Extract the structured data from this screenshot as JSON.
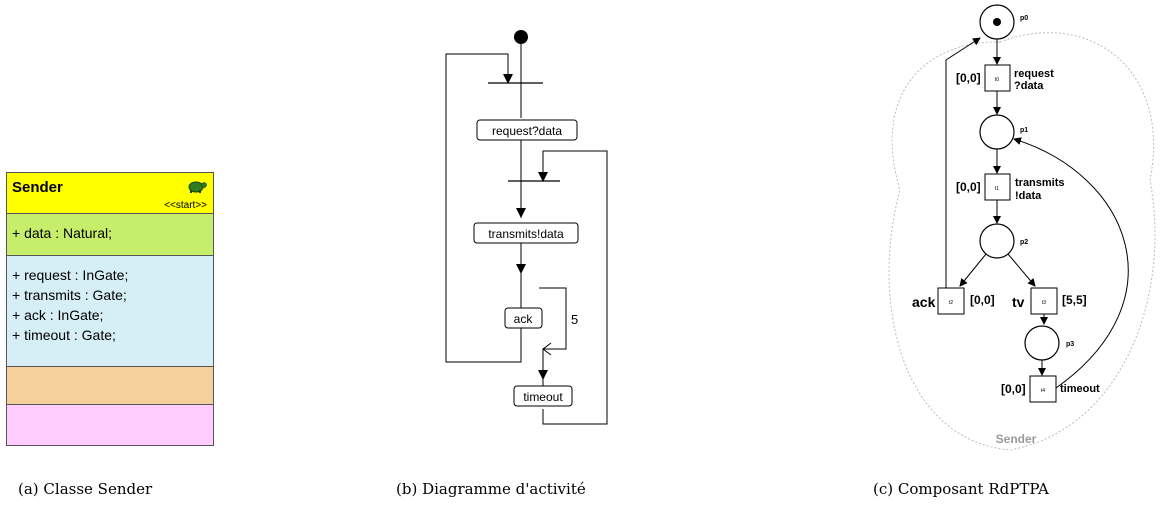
{
  "class_diagram": {
    "class_name": "Sender",
    "stereotype": "<<start>>",
    "attributes": [
      "+ data : Natural;"
    ],
    "operations": [
      "+ request : InGate;",
      "+ transmits : Gate;",
      "+ ack : InGate;",
      "+ timeout : Gate;"
    ],
    "colors": {
      "header": "#ffff00",
      "attributes": "#c6ee6a",
      "operations": "#d6eef5",
      "extra1": "#f5cf9c",
      "extra2": "#ffccff"
    },
    "caption": "(a)  Classe Sender"
  },
  "activity_diagram": {
    "actions": [
      "request?data",
      "transmits!data",
      "ack",
      "timeout"
    ],
    "delay_label": "5",
    "caption": "(b)  Diagramme d'activité"
  },
  "petri_net": {
    "places": [
      "p0",
      "p1",
      "p2",
      "p3"
    ],
    "transitions": [
      "t0",
      "t1",
      "t2",
      "t3",
      "t4"
    ],
    "request_label": "request",
    "request_data": "?data",
    "transmits_label": "transmits",
    "transmits_data": "!data",
    "ack_label": "ack",
    "tv_label": "tv",
    "timeout_label": "timeout",
    "interval_zero": "[0,0]",
    "interval_tv": "[5,5]",
    "component_name": "Sender",
    "caption": "(c)  Composant RdPTPA"
  }
}
